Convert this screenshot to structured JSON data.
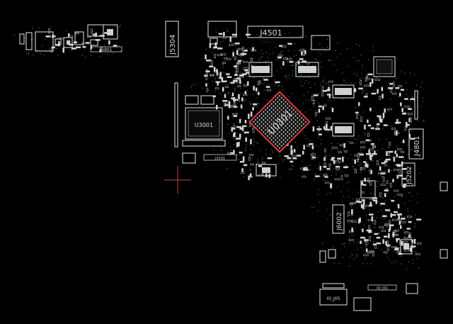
{
  "viewer": {
    "background": "#000000",
    "outline_color": "#e6e6e6",
    "highlight_color": "#e03c3c",
    "via_color": "#5aa7a7",
    "cursor": "crosshair-cursor"
  },
  "components": {
    "j5901": "J5901",
    "j5304": "J5304",
    "j4501": "J4501",
    "u3001": "U3001",
    "j3101": "J3101",
    "u0301": "U0301",
    "j4801": "J4801",
    "j5202": "J5202",
    "j6002": "J6002",
    "io_j05": "IO_J05",
    "io_j01": "IO_J01"
  }
}
